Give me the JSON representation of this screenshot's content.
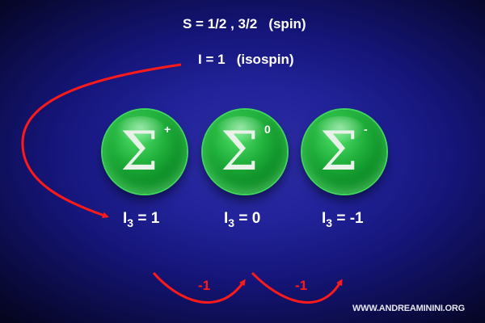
{
  "title": {
    "spin": "S = 1/2 , 3/2   (spin)",
    "isospin": "I = 1   (isospin)"
  },
  "particles": [
    {
      "symbol": "Σ",
      "charge": "+",
      "i3_label": "I",
      "i3_sub": "3",
      "i3_value": " = 1"
    },
    {
      "symbol": "Σ",
      "charge": "0",
      "i3_label": "I",
      "i3_sub": "3",
      "i3_value": " = 0"
    },
    {
      "symbol": "Σ",
      "charge": "-",
      "i3_label": "I",
      "i3_sub": "3",
      "i3_value": " = -1"
    }
  ],
  "steps": [
    "-1",
    "-1"
  ],
  "watermark": "WWW.ANDREAMININI.ORG",
  "colors": {
    "background": "#1c1d8c",
    "sphere": "#1aa534",
    "arrow": "#ff1a1a",
    "text": "#ffffff"
  }
}
